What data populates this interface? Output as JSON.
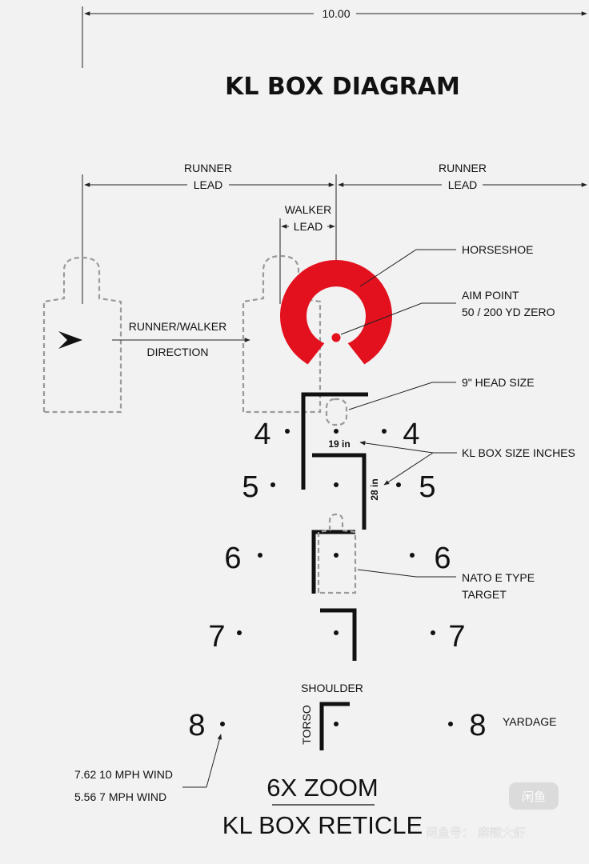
{
  "title": "KL BOX DIAGRAM",
  "top_dimension": "10.00",
  "runner_lead_left": [
    "RUNNER",
    "LEAD"
  ],
  "runner_lead_right": [
    "RUNNER",
    "LEAD"
  ],
  "walker_lead": [
    "WALKER",
    "LEAD"
  ],
  "direction": [
    "RUNNER/WALKER",
    "DIRECTION"
  ],
  "horseshoe": "HORSESHOE",
  "aim_point": [
    "AIM POINT",
    "50 / 200 YD ZERO"
  ],
  "head_size": "9\" HEAD SIZE",
  "box_size_inches": "KL BOX SIZE INCHES",
  "width_19": "19 in",
  "height_28": "28 in",
  "nato_target": [
    "NATO E TYPE",
    "TARGET"
  ],
  "shoulder": "SHOULDER",
  "torso": "TORSO",
  "yardage": "YARDAGE",
  "yardages": [
    "4",
    "5",
    "6",
    "7",
    "8"
  ],
  "wind": [
    "7.62 10 MPH WIND",
    "5.56  7 MPH WIND"
  ],
  "zoom": "6X ZOOM",
  "reticle": "KL BOX RETICLE",
  "watermark_badge": "闲鱼",
  "watermark_text": "闲鱼号： 麻辣大虾",
  "colors": {
    "horseshoe": "#e3101d",
    "aim_dot": "#e3101d"
  }
}
